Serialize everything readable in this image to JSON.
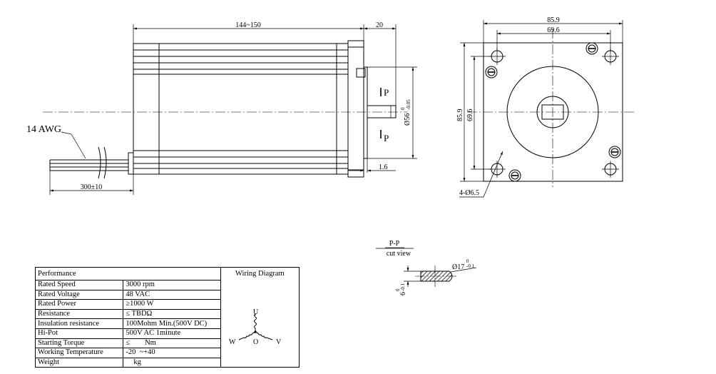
{
  "side_view": {
    "length_dim": "144~150",
    "shaft_length_dim": "20",
    "flange_thickness_dim": "1.6",
    "lead_length_dim": "300±10",
    "wire_gauge": "14 AWG",
    "pilot_dim": "Ø56",
    "pilot_tol_upper": "0",
    "pilot_tol_lower": "-0.05",
    "section_mark": "P"
  },
  "front_view": {
    "width_dim": "85.9",
    "bolt_spacing_dim": "69.6",
    "height_dim": "85.9",
    "bolt_spacing_v_dim": "69.6",
    "holes_label": "4-Ø6.5"
  },
  "section_view": {
    "title": "P-P",
    "subtitle": "cut view",
    "shaft_dim": "Ø17",
    "shaft_tol_upper": "0",
    "shaft_tol_lower": "-0.1",
    "flat_dim": "6",
    "flat_tol_upper": "0",
    "flat_tol_lower": "-0.1"
  },
  "performance_table": {
    "header": "Performance",
    "wiring_header": "Wiring Diagram",
    "rows": [
      {
        "label": "Rated Speed",
        "value": "3000 rpm"
      },
      {
        "label": "Rated Voltage",
        "value": "48 VAC"
      },
      {
        "label": "Rated Power",
        "value": "≥1000 W"
      },
      {
        "label": "Resistance",
        "value": "≤ TBDΩ"
      },
      {
        "label": "Insulation resistance",
        "value": "100Mohm Min.(500V DC)"
      },
      {
        "label": "Hi-Pot",
        "value": "500V AC 1minute"
      },
      {
        "label": "Starting Torque",
        "value": "≤        Nm"
      },
      {
        "label": "Working Temperature",
        "value": "-20  ~+40"
      },
      {
        "label": "Weight",
        "value": "kg"
      }
    ]
  },
  "wiring": {
    "u": "U",
    "v": "V",
    "w": "W",
    "o": "O"
  }
}
